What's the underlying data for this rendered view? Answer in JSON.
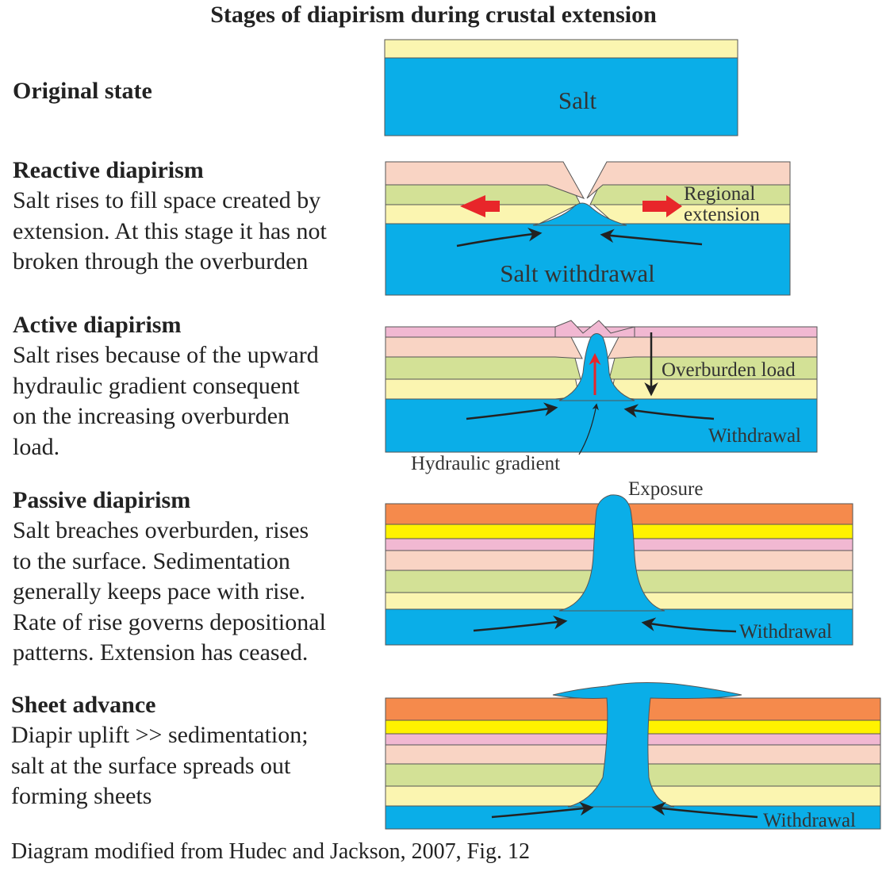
{
  "title": "Stages of diapirism during crustal extension",
  "stages": [
    {
      "heading": "Original state",
      "description": ""
    },
    {
      "heading": "Reactive diapirism",
      "description": "Salt rises to fill space created by\nextension. At this stage it has not\nbroken through the overburden"
    },
    {
      "heading": "Active diapirism",
      "description": "Salt rises because of the upward\nhydraulic gradient consequent\non the increasing overburden\nload."
    },
    {
      "heading": "Passive diapirism",
      "description": "Salt breaches overburden, rises\nto the surface. Sedimentation\ngenerally keeps pace with rise.\nRate of rise governs depositional\npatterns. Extension has ceased."
    },
    {
      "heading": "Sheet advance",
      "description": "Diapir uplift >> sedimentation;\nsalt at the surface spreads out\nforming sheets"
    }
  ],
  "labels": {
    "salt": "Salt",
    "regional_1": "Regional",
    "regional_2": "extension",
    "salt_withdrawal": "Salt withdrawal",
    "overburden_load": "Overburden load",
    "withdrawal_active": "Withdrawal",
    "hydraulic_gradient": "Hydraulic gradient",
    "exposure": "Exposure",
    "withdrawal_passive": "Withdrawal",
    "withdrawal_sheet": "Withdrawal"
  },
  "credit": "Diagram modified from Hudec and Jackson, 2007, Fig. 12",
  "colors": {
    "salt": "#0aaee8",
    "pale_yellow": "#fbf5b0",
    "green": "#d3e196",
    "peach": "#f9d4c4",
    "pink": "#f1b8d2",
    "yellow": "#fff200",
    "orange": "#f58a4c",
    "arrow_red": "#e8262a",
    "arrow_dark": "#222222"
  }
}
